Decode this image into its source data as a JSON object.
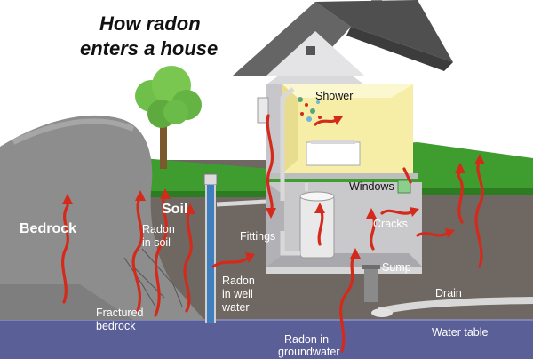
{
  "title": {
    "line1": "How radon",
    "line2": "enters a house"
  },
  "labels": {
    "bedrock": "Bedrock",
    "soil": "Soil",
    "radon_in_soil_1": "Radon",
    "radon_in_soil_2": "in soil",
    "fractured_1": "Fractured",
    "fractured_2": "bedrock",
    "radon_well_1": "Radon",
    "radon_well_2": "in well",
    "radon_well_3": "water",
    "fittings": "Fittings",
    "shower": "Shower",
    "windows": "Windows",
    "cracks": "Cracks",
    "sump": "Sump",
    "drain": "Drain",
    "water_table": "Water table",
    "groundwater_1": "Radon in",
    "groundwater_2": "groundwater"
  },
  "colors": {
    "radon_arrow": "#d42a1c",
    "soil": "#6e665f",
    "groundwater": "#5a5f96",
    "bedrock": "#8e8e8e",
    "grass": "#3d9c2e",
    "interior_light": "#f6eea6"
  }
}
